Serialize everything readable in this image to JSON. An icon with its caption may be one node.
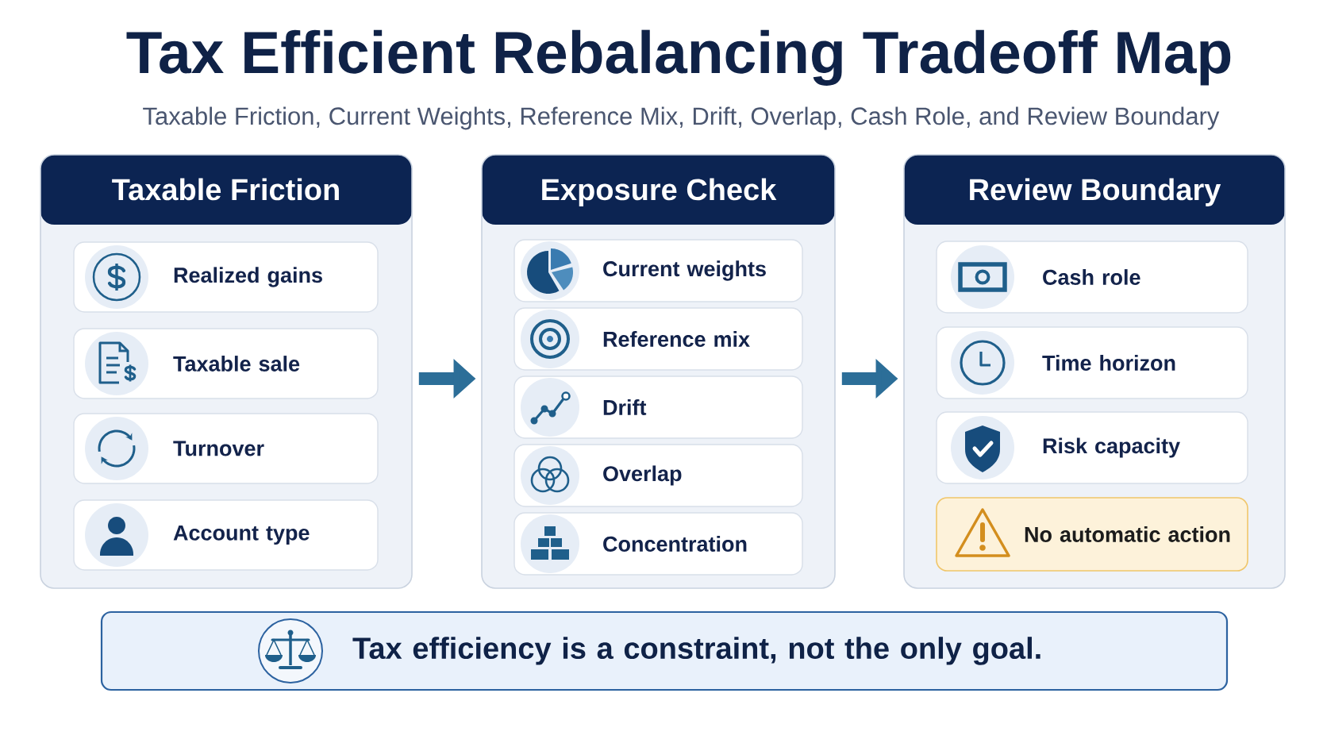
{
  "diagram": {
    "title": "Tax Efficient Rebalancing Tradeoff Map",
    "nodes": [
      {
        "text": [
          "Taxable Friction"
        ]
      },
      {
        "text": [
          "Realized gains"
        ],
        "in": 0
      },
      {
        "text": [
          "Taxable sale"
        ],
        "in": 0
      },
      {
        "text": [
          "Turnover"
        ],
        "in": 0
      },
      {
        "text": [
          "Account type"
        ],
        "in": 0
      },
      {
        "text": [
          "Exposure Check"
        ]
      },
      {
        "text": [
          "Current weights"
        ],
        "in": 5
      },
      {
        "text": [
          "Reference mix"
        ],
        "in": 5
      },
      {
        "text": [
          "Drift"
        ],
        "in": 5
      },
      {
        "text": [
          "Overlap"
        ],
        "in": 5
      },
      {
        "text": [
          "Concentration"
        ],
        "in": 5
      },
      {
        "text": [
          "Review Boundary"
        ]
      },
      {
        "text": [
          "Cash role"
        ],
        "in": 11
      },
      {
        "text": [
          "Time horizon"
        ],
        "in": 11
      },
      {
        "text": [
          "Risk capacity"
        ],
        "in": 11
      },
      {
        "text": [
          "No automatic action"
        ],
        "in": 11
      },
      {
        "text": [
          "Tax efficiency is a constraint, not the only goal."
        ]
      }
    ],
    "edges": [
      {
        "from": 0,
        "to": 5,
        "arrow": "to"
      },
      {
        "from": 5,
        "to": 11,
        "arrow": "to"
      }
    ],
    "labels": [
      "Taxable Friction, Current Weights, Reference Mix, Drift, Overlap, Cash Role, and Review Boundary"
    ]
  }
}
